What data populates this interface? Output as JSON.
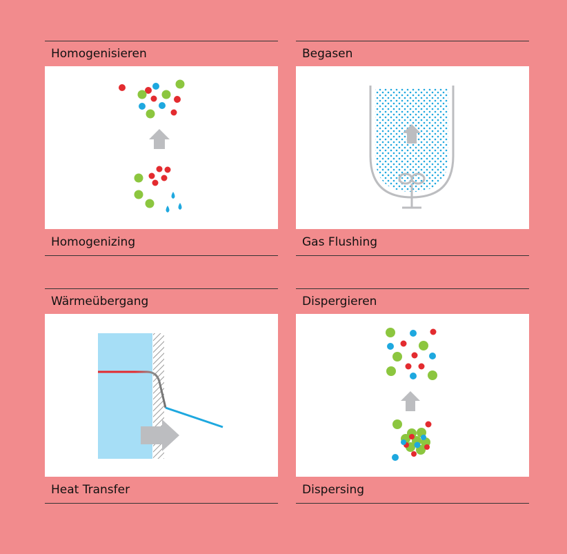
{
  "panels": {
    "homogenize": {
      "title": "Homogenisieren",
      "caption": "Homogenizing"
    },
    "gas": {
      "title": "Begasen",
      "caption": "Gas Flushing"
    },
    "heat": {
      "title": "Wärmeübergang",
      "caption": "Heat Transfer"
    },
    "disperse": {
      "title": "Dispergieren",
      "caption": "Dispersing"
    }
  },
  "colors": {
    "background": "#f28b8d",
    "red": "#e32b2f",
    "green": "#8cc63f",
    "blue": "#1ea8df",
    "grey_arrow": "#bcbdc0",
    "water": "#a6def6"
  }
}
